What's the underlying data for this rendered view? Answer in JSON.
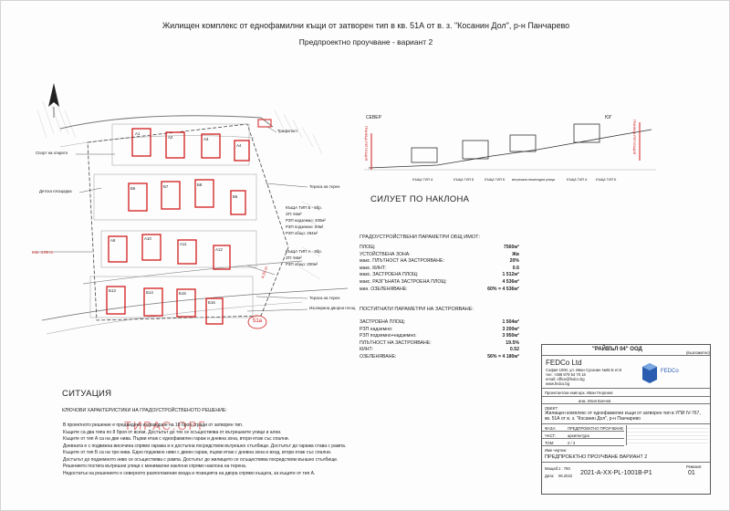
{
  "sheet": {
    "title": "Жилищен комплекс от еднофамилни къщи от затворен тип в кв. 51А от в. з. \"Косанин Дол\", р-н Панчарево",
    "subtitle": "Предпроектно проучване - вариант 2"
  },
  "site_plan": {
    "annotations": {
      "sport": "Спорт на открито",
      "playground": "Детска площадка",
      "transformer": "Трафопост",
      "terrace1": "Тераса на терен",
      "terrace2": "Тераса на терен",
      "yard": "Изолирана дворна площ",
      "block": "51а",
      "offset_left": "min. 4.00 m",
      "offset_right": "4.00 m"
    },
    "type_b": {
      "title": "КЪЩА ТИП Б - 8бр.",
      "lines": [
        "ЗП: 94м²",
        "РЗП надземно: 200м²",
        "РЗП подземно: 94м²",
        "РЗП общо: 294м²"
      ]
    },
    "type_a": {
      "title": "КЪЩА ТИП А - 8бр.",
      "lines": [
        "ЗП: 94м²",
        "РЗП общо: 200м²"
      ]
    },
    "lots_top": [
      "A1",
      "A2",
      "A3",
      "A4"
    ],
    "lots_mid": [
      "Б6",
      "Б7",
      "Б8",
      "Б5"
    ],
    "lots_low": [
      "А9",
      "А10",
      "А11",
      "А12"
    ],
    "lots_bottom": [
      "Б13",
      "Б14",
      "Б15",
      "Б16"
    ]
  },
  "section": {
    "label_north": "СЕВЕР",
    "label_south": "ЮГ",
    "reg_left": "ГРАНИЦА РЕГУЛАЦИЯ",
    "reg_right": "ГРАНИЦА РЕГУЛАЦИЯ",
    "houses": [
      "КЪЩА ТИП А",
      "КЪЩА ТИП Б",
      "КЪЩА ТИП Б",
      "вътрешна пешеходна улица",
      "КЪЩА ТИП А",
      "КЪЩА ТИП Б"
    ],
    "heading": "СИЛУЕТ ПО НАКЛОНА"
  },
  "params_general": {
    "heading": "ГРАДОУСТРОЙСТВЕНИ ПАРАМЕТРИ ОБЩ ИМОТ:",
    "rows": [
      {
        "label": "ПЛОЩ:",
        "value": "7560м²"
      },
      {
        "label": "УСТОЙСТВЕНА ЗОНА:",
        "value": "Жв"
      },
      {
        "label": "макс. ПЛЪТНОСТ НА ЗАСТРОЯВАНЕ:",
        "value": "20%"
      },
      {
        "label": "макс. КИНТ:",
        "value": "0.6"
      },
      {
        "label": "макс. ЗАСТРОЕНА ПЛОЩ:",
        "value": "1 512м²"
      },
      {
        "label": "макс. РАЗГЪНАТА ЗАСТРОЕНА ПЛОЩ:",
        "value": "4 536м²"
      },
      {
        "label": "мин. ОЗЕЛЕНЯВАНЕ:",
        "value": "60% = 4 536м²"
      }
    ]
  },
  "params_achieved": {
    "heading": "ПОСТИГНАТИ ПАРАМЕТРИ НА ЗАСТРОЯВАНЕ:",
    "rows": [
      {
        "label": "ЗАСТРОЕНА ПЛОЩ:",
        "value": "1 504м²"
      },
      {
        "label": "РЗП надземно:",
        "value": "3 200м²"
      },
      {
        "label": "РЗП подземно+надземно:",
        "value": "3 950м²"
      },
      {
        "label": "ПЛЪТНОСТ НА ЗАСТРОЯВАНЕ:",
        "value": "19.5%"
      },
      {
        "label": "КИНТ:",
        "value": "0.52"
      },
      {
        "label": "ОЗЕЛЕНЯВАНЕ:",
        "value": "56% = 4 180м²"
      }
    ]
  },
  "situation": {
    "heading": "СИТУАЦИЯ",
    "keys_heading": "КЛЮЧОВИ ХАРАКТЕРИСТИКИ НА ГРАДОУСТРОЙСТВЕНОТО РЕШЕНИЕ:",
    "watermark": "ТИРАС.ОРГ",
    "lines": [
      "В проектното решение е предвидено изграждане на 16 броя сгради от затворен тип.",
      "Къщите са два типа по 8 броя от всеки. Достъпът до тях се осъществява от вътрешните улици и алеи.",
      "Къщите от тип А са на две нива. Първи етаж с еднофамилен гараж и дневна зона, втори етаж със спални.",
      "Дневната е с подвижна височина спрямо гаража и е достъпна посредством вътрешно стълбище. Достъпът до гаража става с рампа.",
      "Къщите от тип Б са на три нива. Едно подземно ниво с двоен гараж, първи етаж с дневна зона и вход, втори етаж със спални.",
      "Достъпът до подземното ниво се осъществява с рампа. Достъпът до жилището се осъществява посредством външно стълбище.",
      "Решението постига вътрешни улици с минимални наклони спрямо наклона на терена.",
      "Недостатък на решението е северното разположение входа и позицията на двора спрямо къщата, за къщите от тип А."
    ]
  },
  "stamp": {
    "firm": "\"РАЙВЪЛ 04\" ООД",
    "firm_note": "(възложител)",
    "company": "FEDCo Ltd",
    "address": "София 1000, ул. Иван Сусанин №65 Б ет.8",
    "phone": "тел. +359 879 54 70 16",
    "email": "email: office@fedco.bg",
    "web": "www.fedco.bg",
    "logo_text": "FEDCo",
    "designer_label": "Проектантски екип",
    "designer": "арх. Иван Георгиев",
    "designer2": "инж. Илия Бончев",
    "object_label": "ОБЕКТ:",
    "object": "Жилищен комплекс от еднофамилни къщи от затворен тип в УПИ IV-767, кв. 51А от в. з. \"Косанин Дол\", р-н Панчарево",
    "phase_label": "ФАЗА:",
    "phase": "ПРЕДПРОЕКТНО ПРОУЧВАНЕ",
    "part_label": "ЧАСТ:",
    "part": "архитектура",
    "sheet_no_label": "ТОМ:",
    "sheet_no": "2 / 3",
    "drawing_label": "Име чертеж:",
    "drawing": "ПРЕДПРОЕКТНО ПРОУЧВАНЕ ВАРИАНТ 2",
    "scale_label": "Мащаб:",
    "scale": "1 : 750",
    "date_label": "Дата:",
    "date": "06.2022",
    "code": "2021-A-XX-PL-1001B-P1",
    "revision_label": "Ревизия:",
    "revision": "01"
  },
  "colors": {
    "red": "#d21b1b",
    "line": "#333333",
    "grey": "#9a9a9a",
    "accent_blue": "#2a5db0"
  }
}
